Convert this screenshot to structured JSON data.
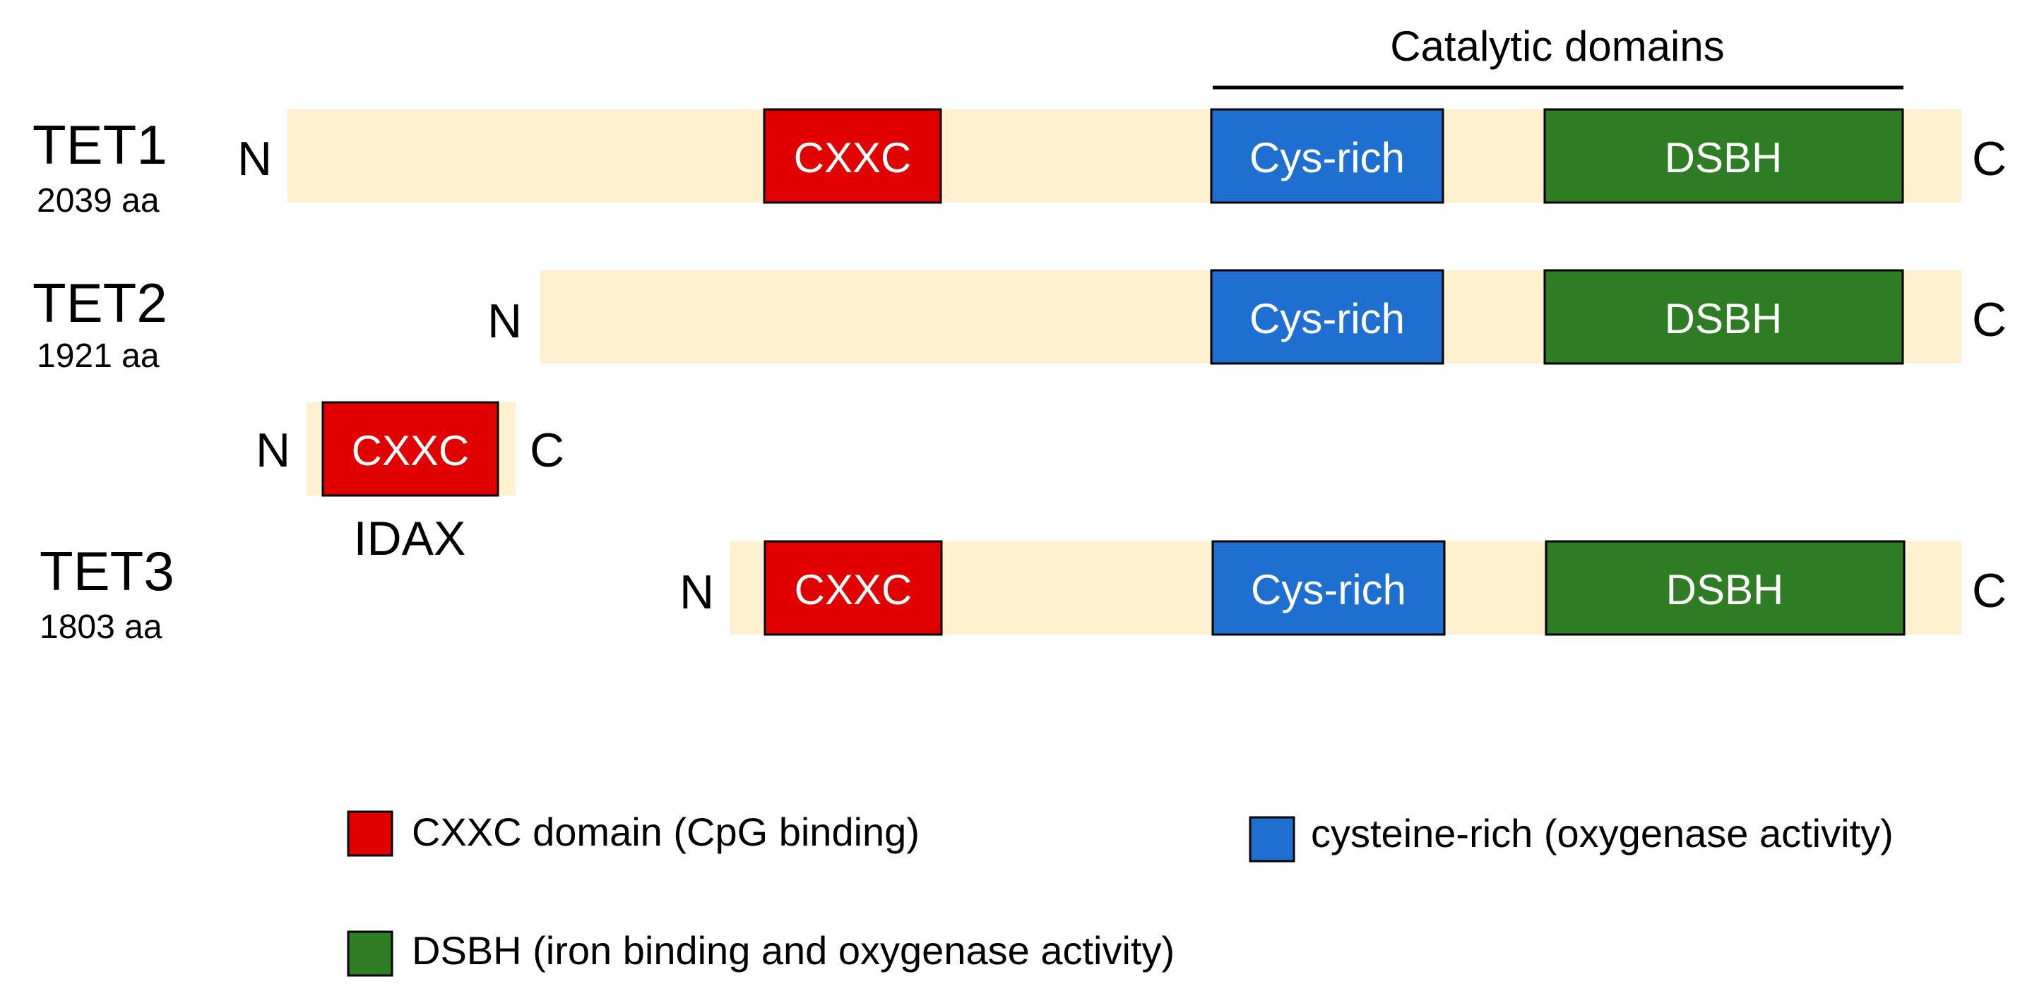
{
  "header": {
    "catalytic_label": "Catalytic domains"
  },
  "proteins": {
    "tet1": {
      "name": "TET1",
      "length": "2039 aa",
      "n": "N",
      "c": "C"
    },
    "tet2": {
      "name": "TET2",
      "length": "1921 aa",
      "n": "N",
      "c": "C"
    },
    "idax": {
      "name": "IDAX",
      "n": "N",
      "c": "C"
    },
    "tet3": {
      "name": "TET3",
      "length": "1803 aa",
      "n": "N",
      "c": "C"
    }
  },
  "domains": {
    "cxxc": {
      "label": "CXXC",
      "color": "#e00000"
    },
    "cys": {
      "label": "Cys-rich",
      "color": "#1f6fd0"
    },
    "dsbh": {
      "label": "DSBH",
      "color": "#2e7d24"
    }
  },
  "backbone_color": "#fdf1cf",
  "legend": {
    "cxxc": "CXXC domain (CpG binding)",
    "cys": "cysteine-rich (oxygenase activity)",
    "dsbh": "DSBH (iron binding and oxygenase activity)"
  }
}
